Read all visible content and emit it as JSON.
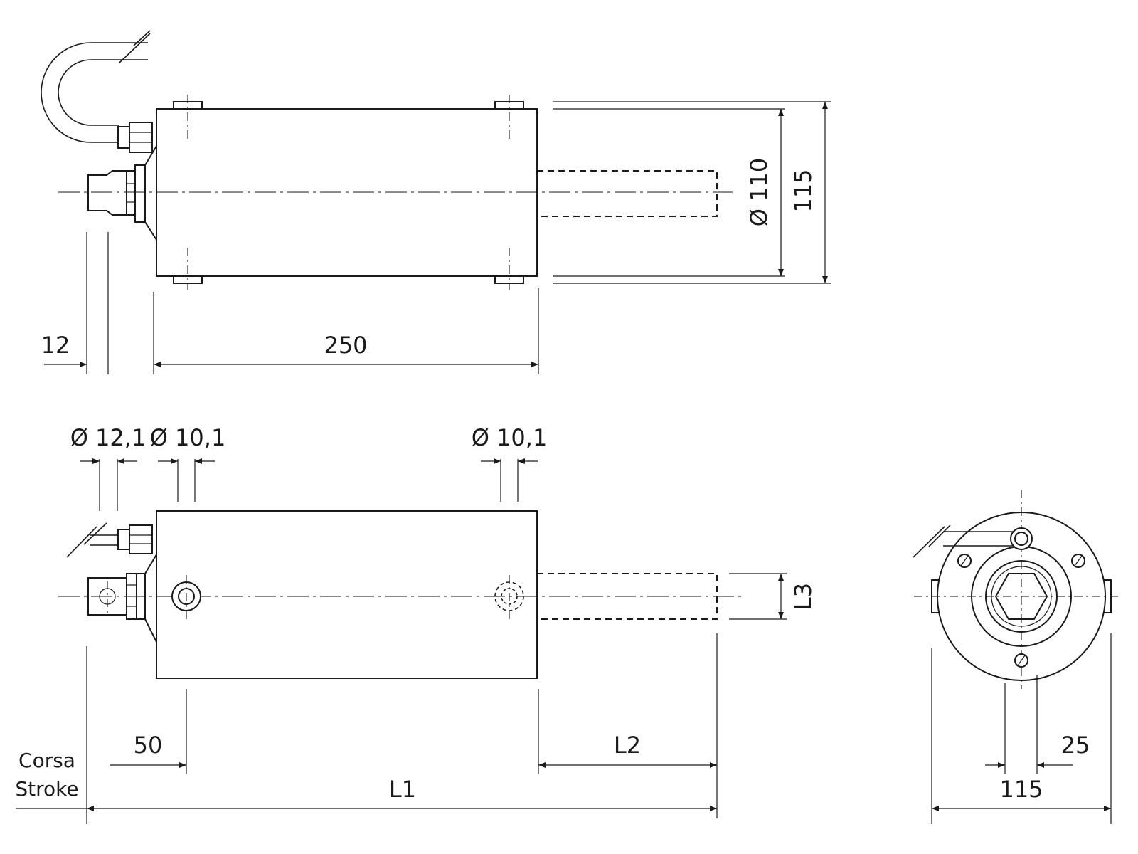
{
  "colors": {
    "line": "#1a1a1a",
    "background": "#ffffff"
  },
  "dimensions": {
    "top_left_offset": "12",
    "top_body_length": "250",
    "top_body_diameter": "Ø 110",
    "top_overall_height": "115",
    "bot_cable_hole": "Ø 12,1",
    "bot_front_hole": "Ø 10,1",
    "bot_rear_hole": "Ø 10,1",
    "bot_offset_50": "50",
    "bot_l1": "L1",
    "bot_l2": "L2",
    "bot_l3": "L3",
    "end_width_25": "25",
    "end_width_115": "115"
  },
  "labels": {
    "stroke_it": "Corsa",
    "stroke_en": "Stroke"
  }
}
